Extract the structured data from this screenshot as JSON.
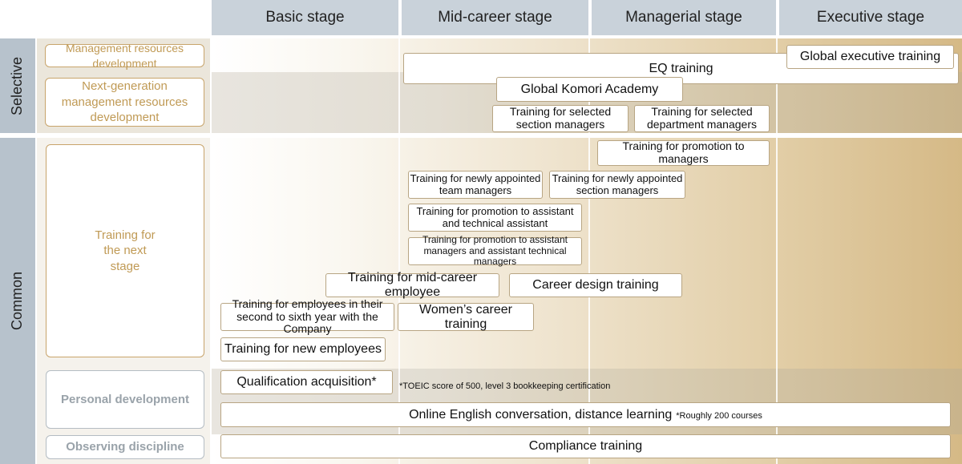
{
  "stages": [
    "Basic stage",
    "Mid-career stage",
    "Managerial stage",
    "Executive stage"
  ],
  "categories": {
    "selective": "Selective",
    "common": "Common"
  },
  "labels": {
    "management_resources": "Management resources development",
    "next_generation": "Next-generation management resources development",
    "training_next_stage": "Training for the next stage",
    "personal_development": "Personal development",
    "observing_discipline": "Observing discipline"
  },
  "programs": {
    "global_executive": "Global executive training",
    "eq": "EQ training",
    "global_komori": "Global Komori Academy",
    "selected_section": "Training for selected section managers",
    "selected_department": "Training for selected department managers",
    "promotion_managers": "Training for promotion to managers",
    "new_team_managers": "Training for newly appointed team managers",
    "new_section_managers": "Training for newly appointed section managers",
    "promotion_assistant": "Training for promotion to assistant and technical assistant",
    "promotion_assistant_managers": "Training for promotion to assistant managers and assistant technical managers",
    "mid_career": "Training for mid-career employee",
    "career_design": "Career design training",
    "second_sixth_year": "Training for employees in their second to sixth year with the Company",
    "womens_career": "Women’s career training",
    "new_employees": "Training for new employees",
    "qualification": "Qualification acquisition*",
    "qualification_note": "*TOEIC score of 500, level 3 bookkeeping certification",
    "online_english": "Online English conversation, distance learning",
    "online_english_note": "*Roughly 200 courses",
    "compliance": "Compliance training"
  }
}
